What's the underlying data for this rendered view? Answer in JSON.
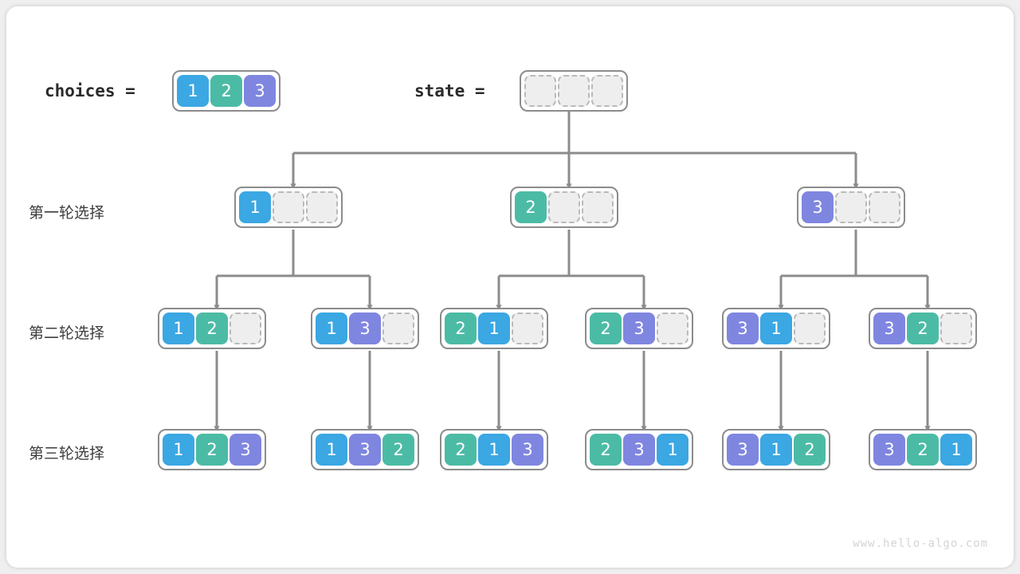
{
  "diagram": {
    "title_choices_label": "choices =",
    "title_state_label": "state =",
    "watermark": "www.hello-algo.com",
    "colors": {
      "value_1": "#3BA7E3",
      "value_2": "#4CBBA5",
      "value_3": "#7F86E0",
      "empty_fill": "#EEEEEE",
      "empty_border": "#B9B9B9",
      "frame_border": "#8C8C8C",
      "edge": "#8C8C8C",
      "page_background": "#FFFFFF"
    },
    "row_labels": [
      "第一轮选择",
      "第二轮选择",
      "第三轮选择"
    ],
    "choices": {
      "cells": [
        "1",
        "2",
        "3"
      ]
    },
    "state": {
      "cells": [
        "",
        "",
        ""
      ]
    },
    "level1": [
      {
        "cells": [
          "1",
          "",
          ""
        ]
      },
      {
        "cells": [
          "2",
          "",
          ""
        ]
      },
      {
        "cells": [
          "3",
          "",
          ""
        ]
      }
    ],
    "level2": [
      {
        "cells": [
          "1",
          "2",
          ""
        ]
      },
      {
        "cells": [
          "1",
          "3",
          ""
        ]
      },
      {
        "cells": [
          "2",
          "1",
          ""
        ]
      },
      {
        "cells": [
          "2",
          "3",
          ""
        ]
      },
      {
        "cells": [
          "3",
          "1",
          ""
        ]
      },
      {
        "cells": [
          "3",
          "2",
          ""
        ]
      }
    ],
    "level3": [
      {
        "cells": [
          "1",
          "2",
          "3"
        ]
      },
      {
        "cells": [
          "1",
          "3",
          "2"
        ]
      },
      {
        "cells": [
          "2",
          "1",
          "3"
        ]
      },
      {
        "cells": [
          "2",
          "3",
          "1"
        ]
      },
      {
        "cells": [
          "3",
          "1",
          "2"
        ]
      },
      {
        "cells": [
          "3",
          "2",
          "1"
        ]
      }
    ]
  }
}
